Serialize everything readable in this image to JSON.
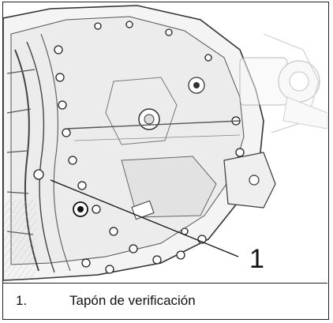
{
  "figure": {
    "callout_label": "1",
    "legend": [
      {
        "number": "1.",
        "text": "Tapón de verificación"
      }
    ]
  }
}
